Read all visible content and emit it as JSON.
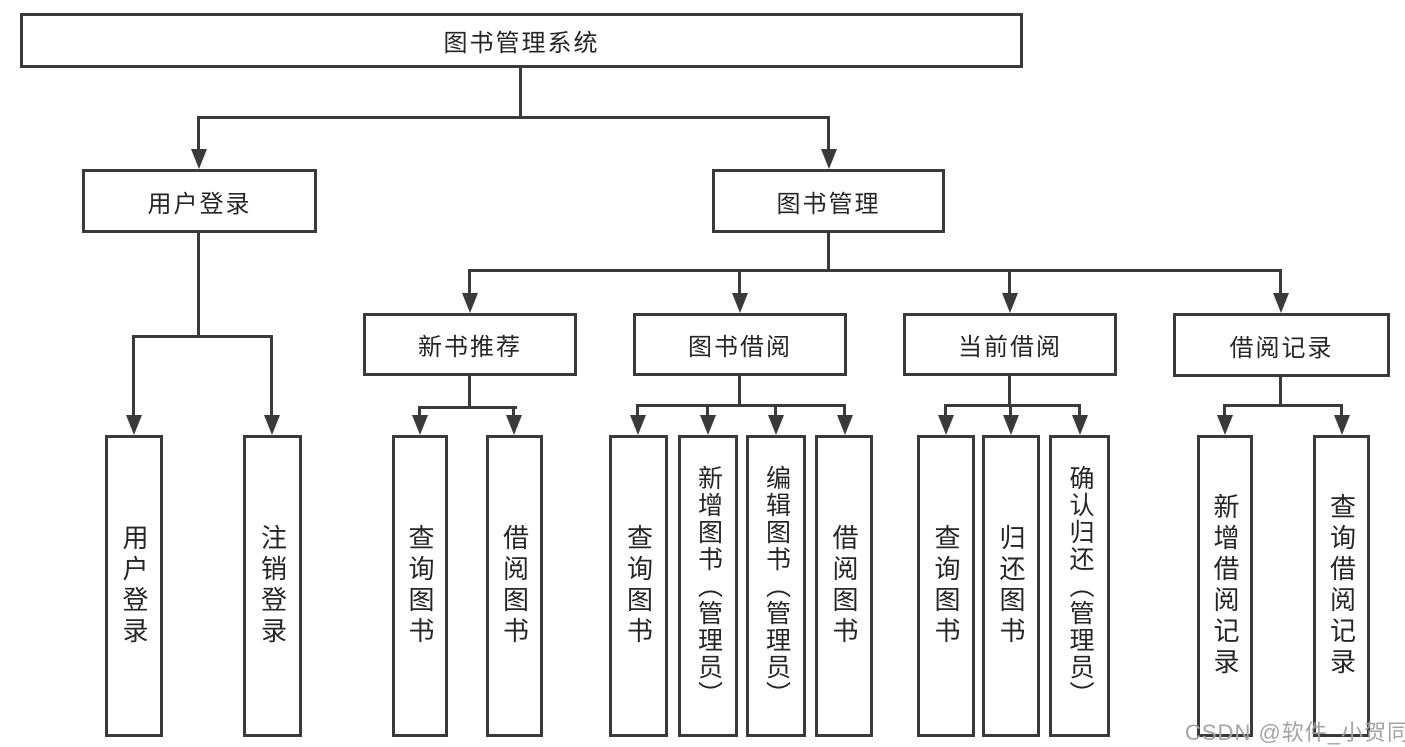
{
  "diagram": {
    "title": "图书管理系统",
    "root": {
      "label": "图书管理系统"
    },
    "branches": {
      "user_login": {
        "label": "用户登录"
      },
      "book_mgmt": {
        "label": "图书管理"
      }
    },
    "modules": {
      "new_book": {
        "label": "新书推荐"
      },
      "book_borrow": {
        "label": "图书借阅"
      },
      "current_borrow": {
        "label": "当前借阅"
      },
      "borrow_record": {
        "label": "借阅记录"
      }
    },
    "leaves": {
      "user_login_1": {
        "label": "用户登录"
      },
      "user_login_2": {
        "label": "注销登录"
      },
      "new_book_1": {
        "label": "查询图书"
      },
      "new_book_2": {
        "label": "借阅图书"
      },
      "book_borrow_1": {
        "label": "查询图书"
      },
      "book_borrow_2": {
        "label": "新增图书（管理员）"
      },
      "book_borrow_3": {
        "label": "编辑图书（管理员）"
      },
      "book_borrow_4": {
        "label": "借阅图书"
      },
      "current_borrow_1": {
        "label": "查询图书"
      },
      "current_borrow_2": {
        "label": "归还图书"
      },
      "current_borrow_3": {
        "label": "确认归还（管理员）"
      },
      "borrow_record_1": {
        "label": "新增借阅记录"
      },
      "borrow_record_2": {
        "label": "查询借阅记录"
      }
    }
  },
  "watermark": {
    "text": "CSDN @软件_小贺同学"
  },
  "colors": {
    "line": "#3a3a3a",
    "text": "#262626",
    "background": "#ffffff",
    "watermark": "#a4a4a8"
  }
}
